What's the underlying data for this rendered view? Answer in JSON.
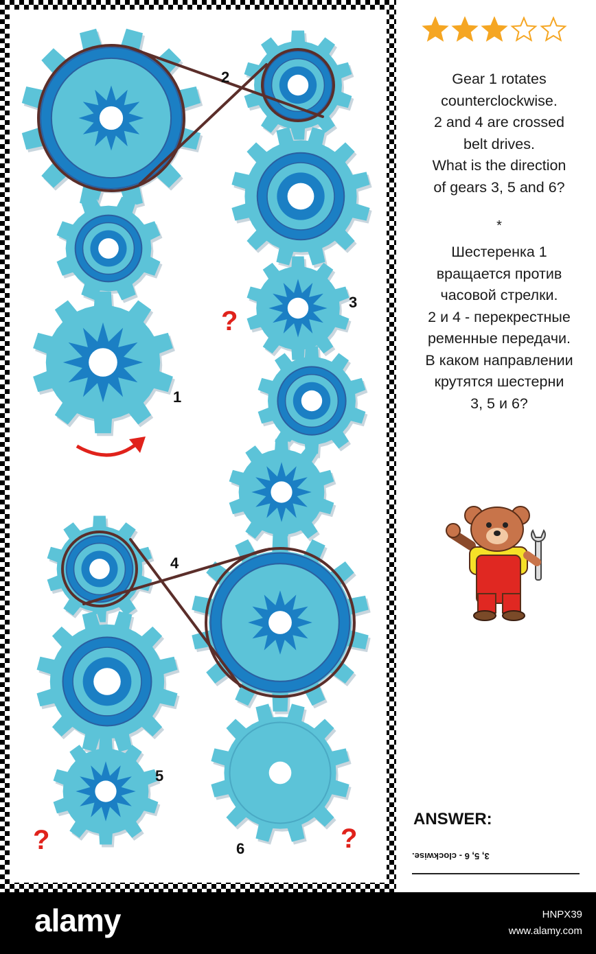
{
  "rating": {
    "filled": 3,
    "total": 5
  },
  "gear_labels": [
    "1",
    "2",
    "3",
    "4",
    "5",
    "6"
  ],
  "question_marks": [
    "?",
    "?",
    "?"
  ],
  "instructions_en": {
    "line1": "Gear 1 rotates",
    "line2": "counterclockwise.",
    "line3": "2 and 4 are crossed",
    "line4": "belt drives.",
    "line5": "What is the direction",
    "line6": "of gears 3, 5 and 6?"
  },
  "separator": "*",
  "instructions_ru": {
    "line1": "Шестеренка 1",
    "line2": "вращается против",
    "line3": "часовой стрелки.",
    "line4": "2 и 4 - перекрестные",
    "line5": "ременные передачи.",
    "line6": "В каком направлении",
    "line7": "крутятся шестерни",
    "line8": "3, 5 и 6?"
  },
  "answer": {
    "label": "ANSWER:",
    "text": "3, 5, 6 - clockwise."
  },
  "footer": {
    "logo": "alamy",
    "image_id": "HNPX39",
    "url": "www.alamy.com"
  },
  "colors": {
    "gear_light": "#5cc3d8",
    "gear_dark": "#1b7fc4",
    "gear_edge": "#2a5fa0",
    "belt": "#5b2e2a",
    "arrow": "#e0221b",
    "star": "#f5a623"
  }
}
